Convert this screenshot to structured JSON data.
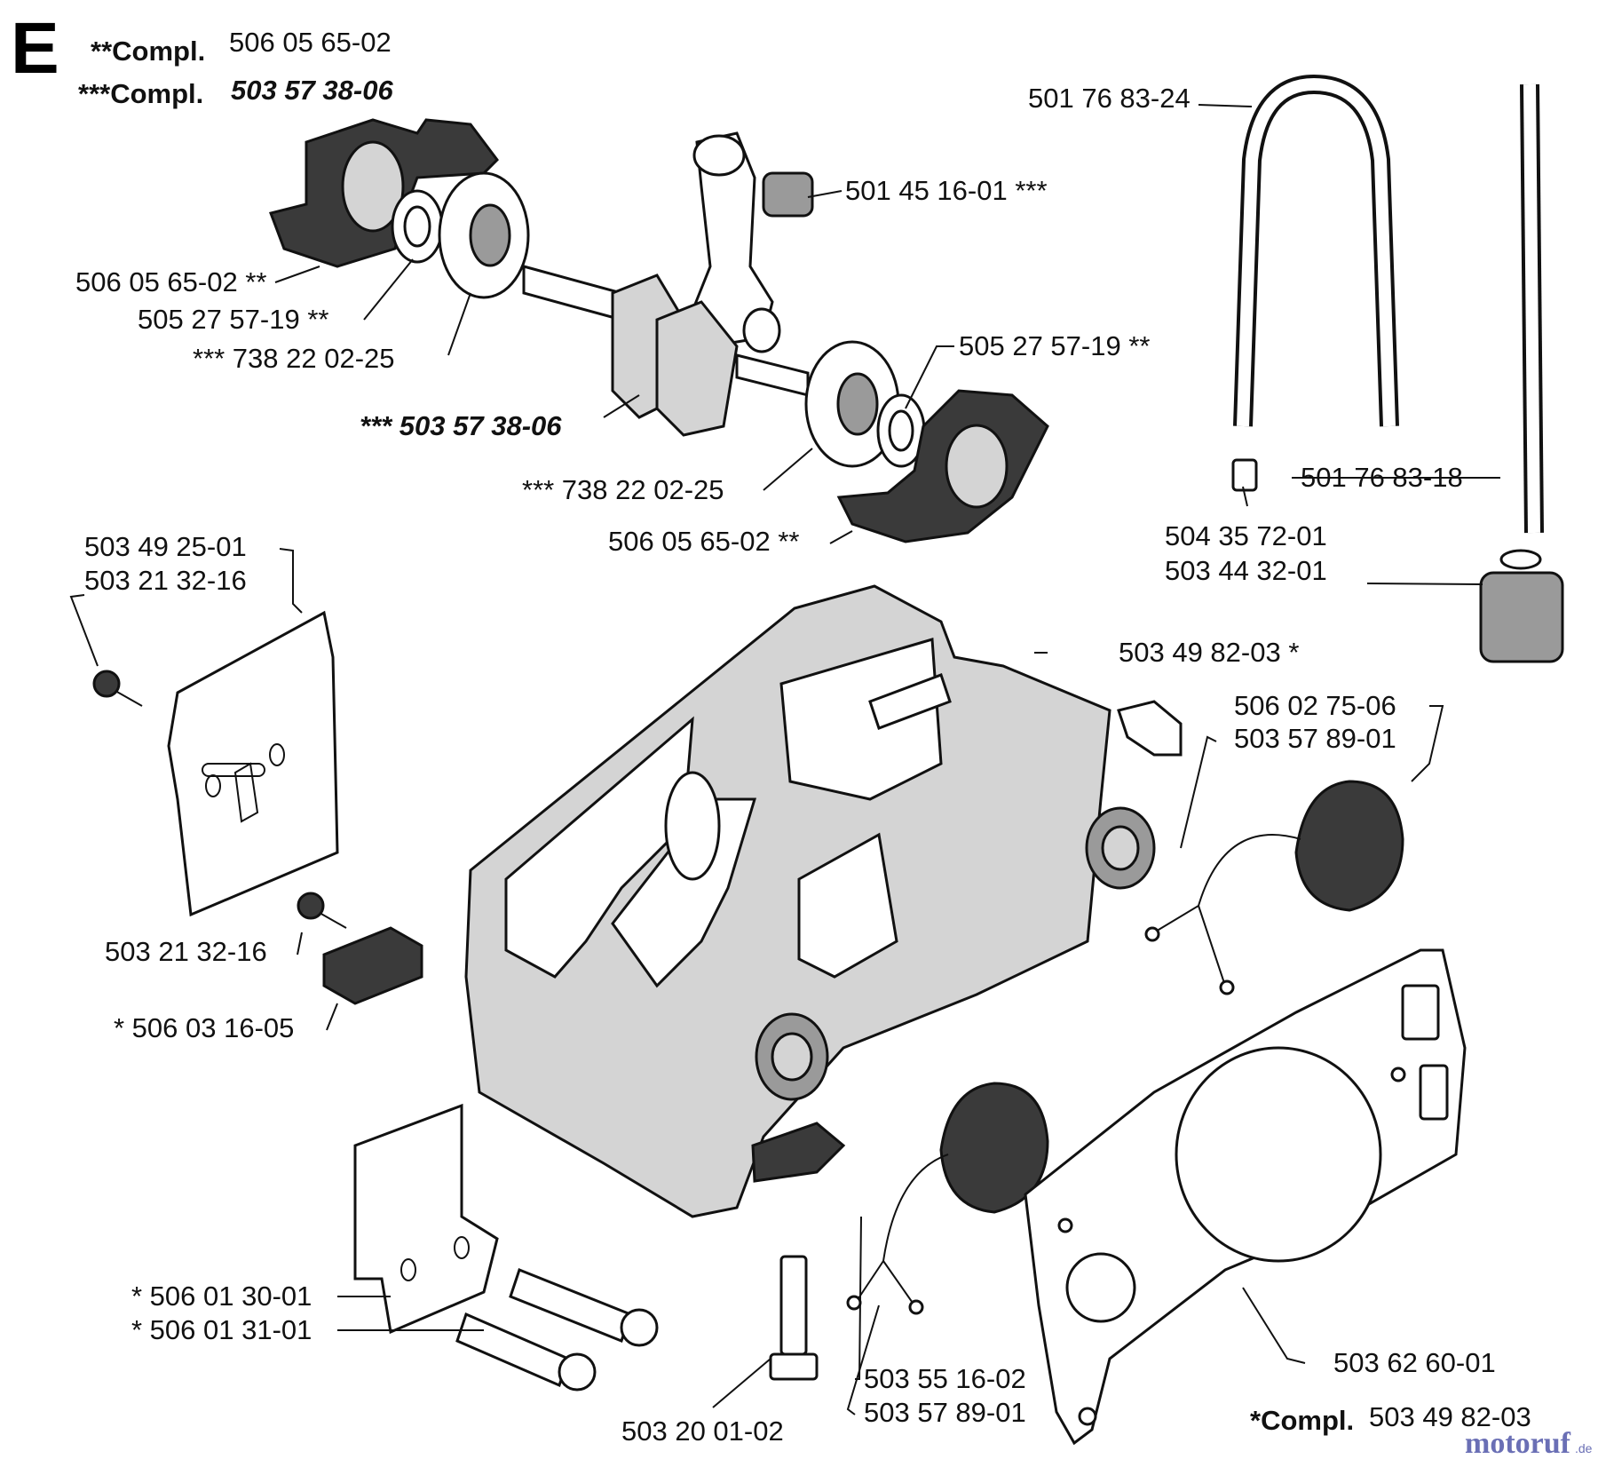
{
  "section_letter": "E",
  "compl_lines": [
    {
      "marker": "**Compl.",
      "part": "506 05 65-02"
    },
    {
      "marker": "***Compl.",
      "part": "503 57 38-06"
    },
    {
      "marker": "*Compl.",
      "part": "503 49 82-03"
    }
  ],
  "callouts": [
    "501 76 83-24",
    "501 45 16-01 ***",
    "506 05 65-02 **",
    "505 27 57-19 **",
    "*** 738 22 02-25",
    "505 27 57-19 **",
    "*** 503 57 38-06",
    "*** 738 22 02-25",
    "506 05 65-02 **",
    "501 76 83-18",
    "504 35 72-01",
    "503 44 32-01",
    "503 49 25-01",
    "503 21 32-16",
    "503 49 82-03 *",
    "506 02 75-06",
    "503 57 89-01",
    "503 21 32-16",
    "* 506 03 16-05",
    "* 506 01 30-01",
    "* 506 01 31-01",
    "503 62 60-01",
    "503 55 16-02",
    "503 57 89-01",
    "503 20 01-02"
  ],
  "watermark": {
    "name": "motoruf",
    "suffix": ".de"
  },
  "colors": {
    "ink": "#111111",
    "brand": "#6a6fb5"
  }
}
